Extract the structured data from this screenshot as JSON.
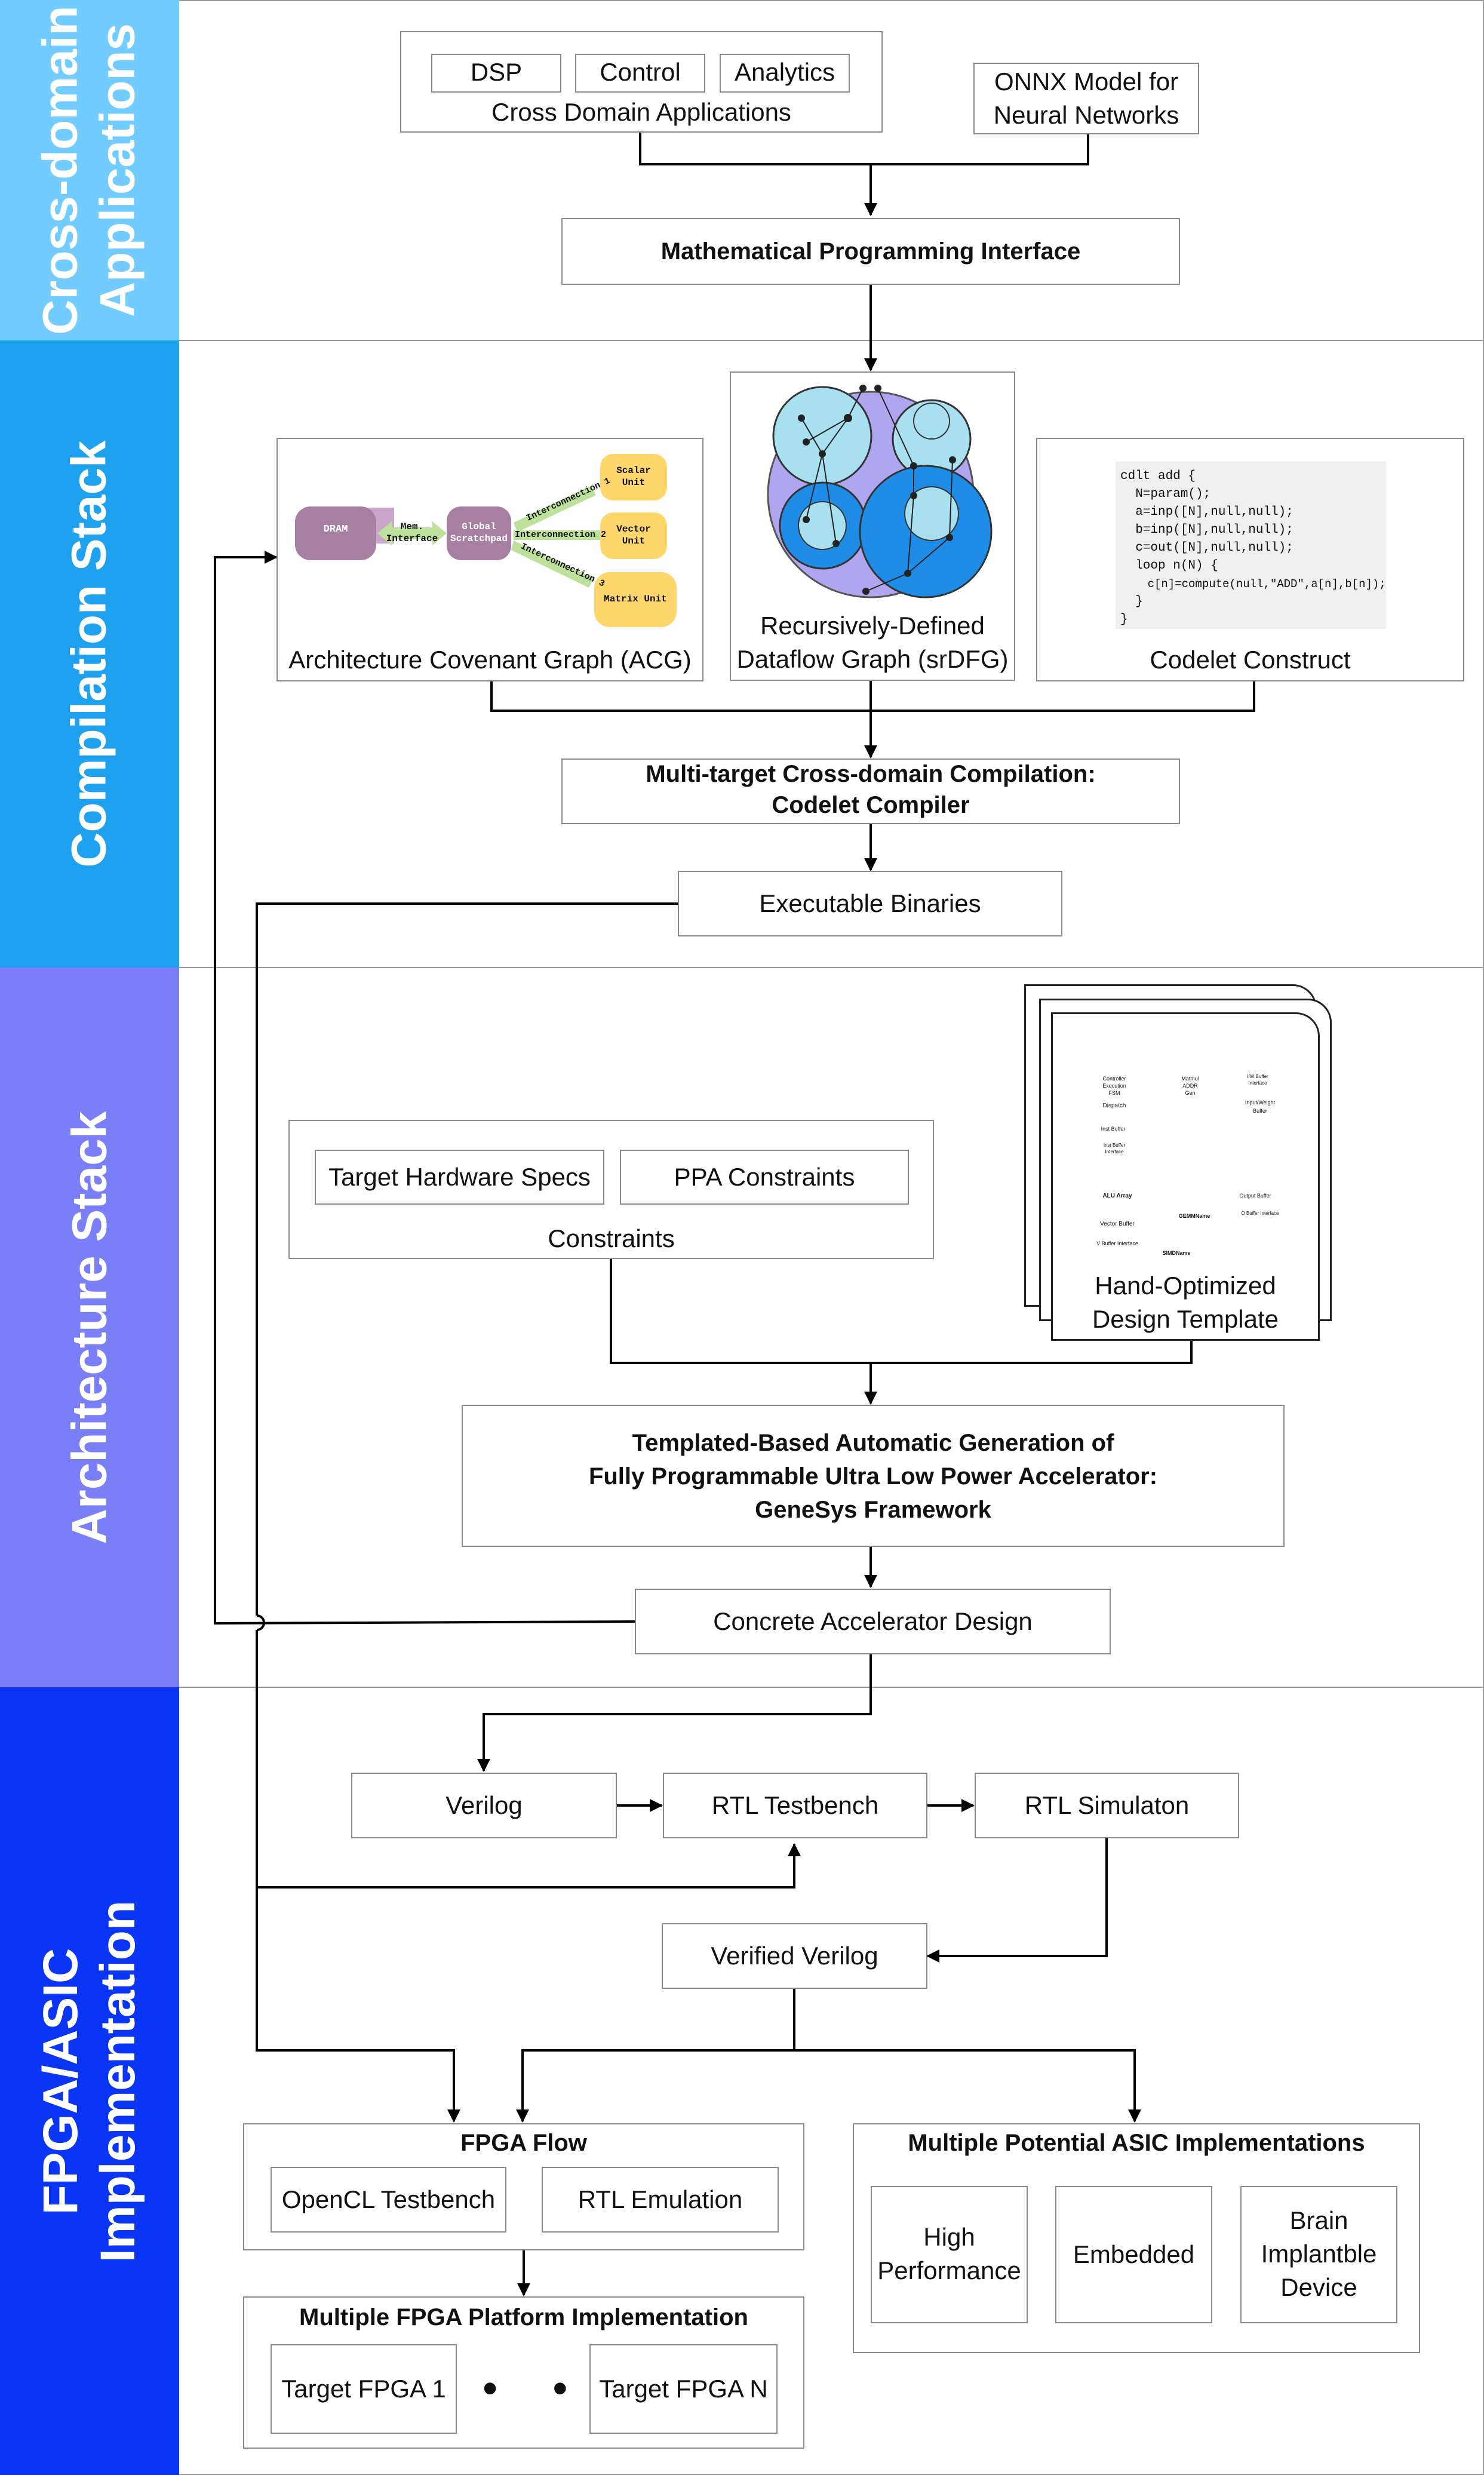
{
  "bands": [
    {
      "label": "Cross-domain\nApplications",
      "color": "#73ccff"
    },
    {
      "label": "Compilation Stack",
      "color": "#1ea2f0"
    },
    {
      "label": "Architecture Stack",
      "color": "#7b7ff7"
    },
    {
      "label": "FPGA/ASIC\nImplementation",
      "color": "#0a35f5"
    }
  ],
  "apps": {
    "dsp": "DSP",
    "control": "Control",
    "analytics": "Analytics",
    "caption": "Cross Domain Applications",
    "onnx": "ONNX Model for\nNeural Networks"
  },
  "math_interface": "Mathematical Programming Interface",
  "acg": {
    "caption": "Architecture Covenant Graph (ACG)",
    "dram": "DRAM",
    "mem": "Mem.\nInterface",
    "scratch": "Global\nScratchpad",
    "int1": "Interconnection 1",
    "int2": "Interconnection 2",
    "int3": "Interconnection 3",
    "scalar": "Scalar\nUnit",
    "vector": "Vector\nUnit",
    "matrix": "Matrix Unit"
  },
  "srdfg": {
    "caption": "Recursively-Defined\nDataflow Graph (srDFG)"
  },
  "codelet": {
    "caption": "Codelet Construct",
    "code": [
      "cdlt add {",
      "  N=param();",
      "  a=inp([N],null,null);",
      "  b=inp([N],null,null);",
      "  c=out([N],null,null);",
      "  loop n(N) {",
      "    c[n]=compute(null,\"ADD\",a[n],b[n]);",
      "  }",
      "}"
    ]
  },
  "compiler": "Multi-target Cross-domain Compilation:\nCodelet Compiler",
  "binaries": "Executable Binaries",
  "constraints": {
    "hw": "Target Hardware Specs",
    "ppa": "PPA Constraints",
    "caption": "Constraints"
  },
  "template": {
    "caption": "Hand-Optimized\nDesign Template",
    "controller": "Controller\nExecution\nFSM",
    "dispatch": "Dispatch",
    "inst_buffer": "Inst Buffer",
    "inst_buffer_if": "Inst Buffer\nInterface",
    "alu": "ALU Array",
    "vector_buffer": "Vector Buffer",
    "v_buffer_if": "V Buffer Interface",
    "matmul": "Matmul\nADDR\nGen",
    "iw_if": "I/W Buffer\nInterface",
    "input_weight": "Input/Weight\nBuffer",
    "output_buffer": "Output Buffer",
    "o_buffer_if": "O Buffer Interface",
    "gemm": "GEMMName",
    "simd": "SIMDName"
  },
  "genesys": "Templated-Based Automatic Generation of\nFully Programmable Ultra Low Power Accelerator:\nGeneSys Framework",
  "concrete": "Concrete Accelerator Design",
  "verilog": "Verilog",
  "rtl_tb": "RTL Testbench",
  "rtl_sim": "RTL Simulaton",
  "verified": "Verified Verilog",
  "fpga_flow": {
    "title": "FPGA Flow",
    "opencl": "OpenCL Testbench",
    "emu": "RTL Emulation"
  },
  "asic": {
    "title": "Multiple Potential ASIC Implementations",
    "hp": "High\nPerformance",
    "emb": "Embedded",
    "brain": "Brain\nImplantble\nDevice"
  },
  "fpga_platform": {
    "title": "Multiple FPGA Platform Implementation",
    "t1": "Target FPGA 1",
    "dots": "• • •",
    "tn": "Target FPGA N"
  }
}
